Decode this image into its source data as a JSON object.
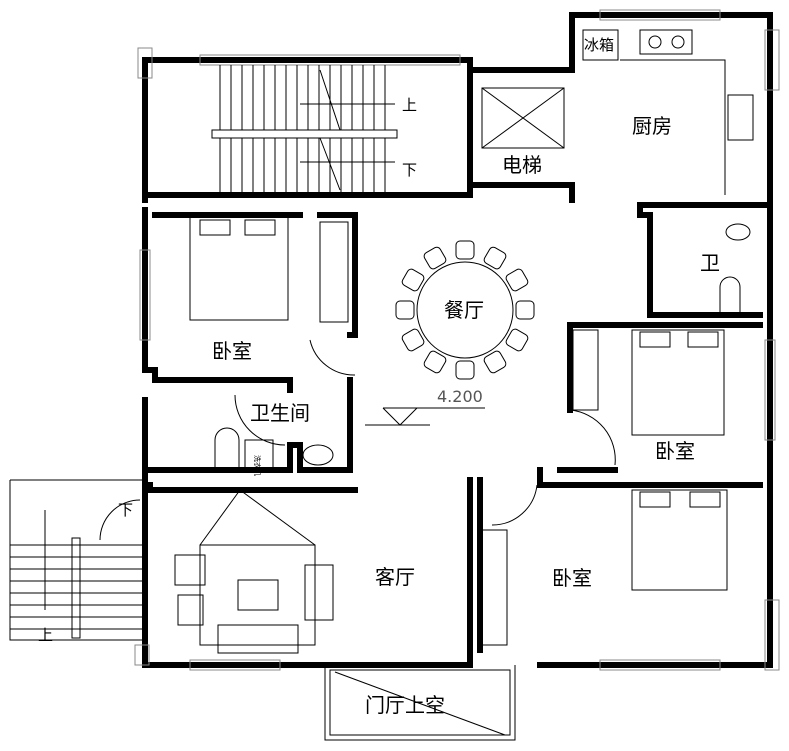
{
  "rooms": {
    "kitchen": "厨房",
    "fridge": "冰箱",
    "elevator": "电梯",
    "dining": "餐厅",
    "bath_small": "卫",
    "bedroom_left": "卧室",
    "bedroom_right_top": "卧室",
    "bedroom_right_bottom": "卧室",
    "bathroom": "卫生间",
    "washer": "洗衣机",
    "living": "客厅",
    "porch_void": "门厅上空"
  },
  "stairs": {
    "up": "上",
    "down": "下",
    "ext_down": "下",
    "ext_up": "上"
  },
  "level": "4.200"
}
